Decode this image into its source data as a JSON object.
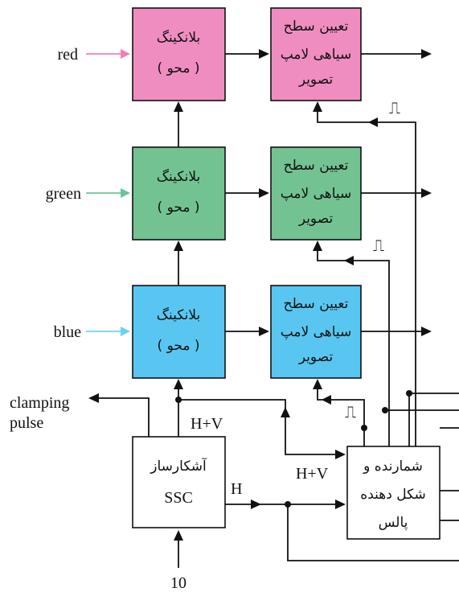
{
  "colors": {
    "red_block": "#F08DC0",
    "green_block": "#72C391",
    "blue_block": "#58C6F0",
    "red_input": "#F07FB8",
    "green_input": "#6CC49A",
    "blue_input": "#6FD1F0",
    "line": "#111111"
  },
  "inputs": {
    "red": "red",
    "green": "green",
    "blue": "blue",
    "sync_in": "10"
  },
  "blanking": {
    "line1": "بلانکینگ",
    "line2": "( محو )"
  },
  "black_level": {
    "line1": "تعیین سطح",
    "line2": "سیاهی لامپ",
    "line3": "تصویر"
  },
  "ssc": {
    "line1": "آشکارساز",
    "line2": "SSC"
  },
  "counter": {
    "line1": "شمارنده و",
    "line2": "شکل دهنده",
    "line3": "پالس"
  },
  "signals": {
    "clamping_line1": "clamping",
    "clamping_line2": "pulse",
    "hv_top": "H+V",
    "hv_mid": "H+V",
    "h": "H",
    "pulse_symbol": "⎍"
  }
}
